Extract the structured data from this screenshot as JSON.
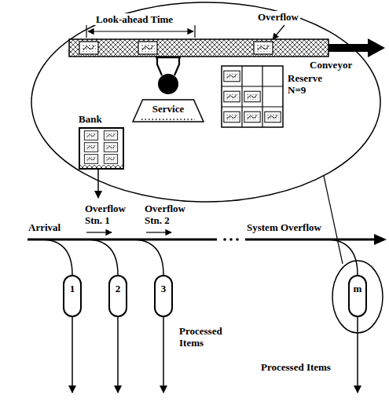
{
  "diagram": {
    "nodes": [
      {
        "text": [
          "Bank"
        ]
      },
      {
        "text": [
          "Service"
        ]
      },
      {
        "text": [
          "Reserve N=9"
        ]
      },
      {
        "text": [
          "1"
        ]
      },
      {
        "text": [
          "2"
        ]
      },
      {
        "text": [
          "3"
        ]
      },
      {
        "text": [
          "m"
        ]
      }
    ],
    "labels": [
      "Look-ahead Time",
      "Overflow",
      "Conveyor",
      "Arrival",
      "Overflow Stn. 1",
      "Overflow Stn. 2",
      "System Overflow",
      "Processed Items",
      "Processed Items"
    ]
  }
}
